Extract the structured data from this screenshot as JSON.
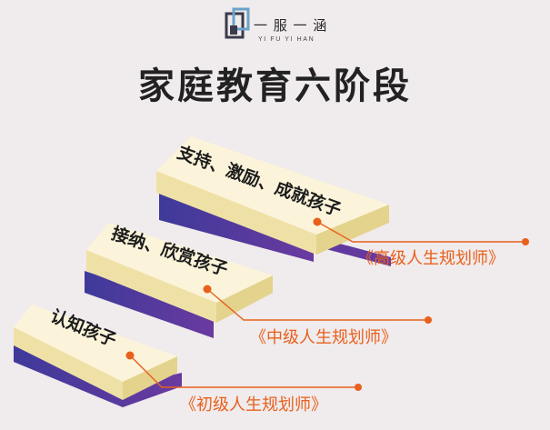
{
  "logo": {
    "text": "一 服 一 涵",
    "sub": "YI FU YI HAN"
  },
  "title": "家庭教育六阶段",
  "colors": {
    "background": "#f0ebec",
    "step_top": "#fbf4da",
    "step_front": "#efe1a6",
    "step_shadow": "#5e41a0",
    "accent": "#e8601c"
  },
  "stages": [
    {
      "label": "认知孩子",
      "role": "《初级人生规划师》"
    },
    {
      "label": "接纳、欣赏孩子",
      "role": "《中级人生规划师》"
    },
    {
      "label": "支持、激励、成就孩子",
      "role": "《高级人生规划师》"
    }
  ]
}
